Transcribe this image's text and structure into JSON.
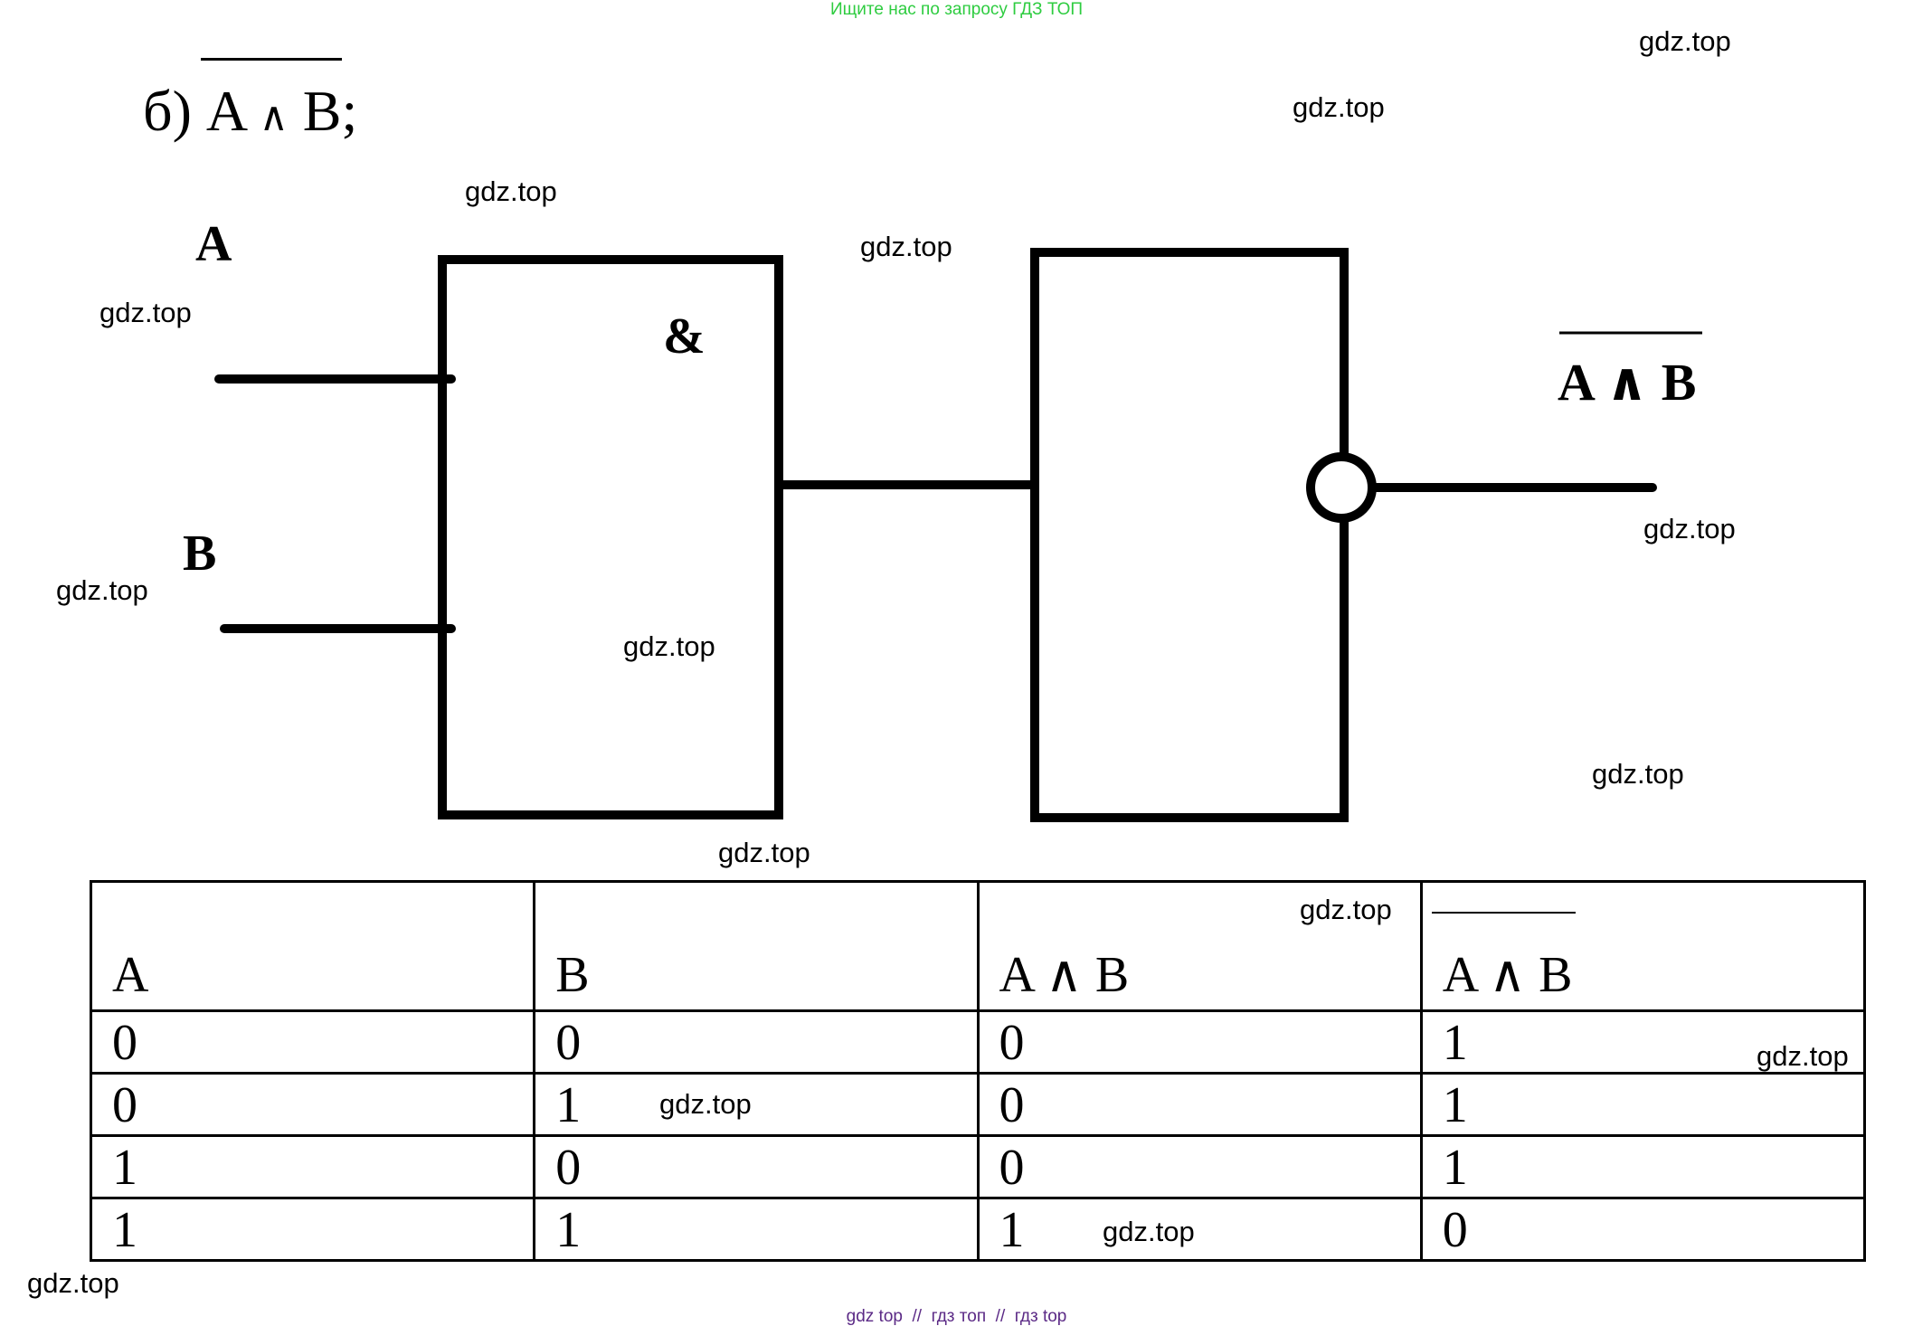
{
  "header_banner": "Ищите нас по запросу ГДЗ ТОП",
  "footer_banner": "gdz top  //  гдз топ  //  гдз top",
  "title": {
    "prefix": "б)",
    "a": "A",
    "op": "∧",
    "b": "B",
    "suffix": ";"
  },
  "diagram": {
    "input_a": "A",
    "input_b": "B",
    "and_symbol": "&",
    "output_label": "A ∧ B"
  },
  "watermark": "gdz.top",
  "table": {
    "headers": [
      "A",
      "B",
      "A ∧ B",
      "A ∧ B"
    ],
    "rows": [
      [
        "0",
        "0",
        "0",
        "1"
      ],
      [
        "0",
        "1",
        "0",
        "1"
      ],
      [
        "1",
        "0",
        "0",
        "1"
      ],
      [
        "1",
        "1",
        "1",
        "0"
      ]
    ]
  },
  "colors": {
    "header_banner": "#2ecc40",
    "footer_banner": "#5b2a86",
    "ink": "#000000"
  }
}
